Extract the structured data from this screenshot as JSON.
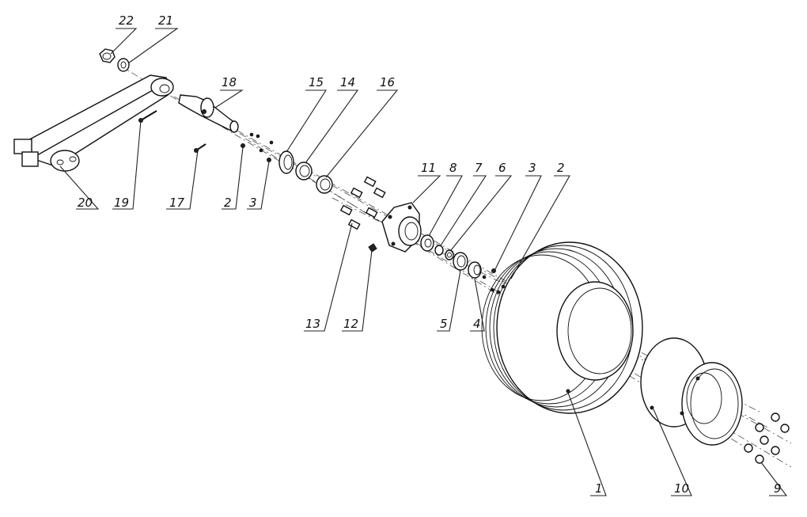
{
  "part_labels": [
    {
      "id": "p22",
      "text": "22"
    },
    {
      "id": "p21",
      "text": "21"
    },
    {
      "id": "p18",
      "text": "18"
    },
    {
      "id": "p15",
      "text": "15"
    },
    {
      "id": "p14",
      "text": "14"
    },
    {
      "id": "p16",
      "text": "16"
    },
    {
      "id": "p20",
      "text": "20"
    },
    {
      "id": "p19",
      "text": "19"
    },
    {
      "id": "p17",
      "text": "17"
    },
    {
      "id": "p2a",
      "text": "2"
    },
    {
      "id": "p3a",
      "text": "3"
    },
    {
      "id": "p11",
      "text": "11"
    },
    {
      "id": "p8",
      "text": "8"
    },
    {
      "id": "p7",
      "text": "7"
    },
    {
      "id": "p6",
      "text": "6"
    },
    {
      "id": "p3b",
      "text": "3"
    },
    {
      "id": "p2b",
      "text": "2"
    },
    {
      "id": "p13",
      "text": "13"
    },
    {
      "id": "p12",
      "text": "12"
    },
    {
      "id": "p5",
      "text": "5"
    },
    {
      "id": "p4",
      "text": "4"
    },
    {
      "id": "p1",
      "text": "1"
    },
    {
      "id": "p10",
      "text": "10"
    },
    {
      "id": "p9",
      "text": "9"
    }
  ],
  "colors": {
    "line": "#111111",
    "background": "#ffffff"
  }
}
